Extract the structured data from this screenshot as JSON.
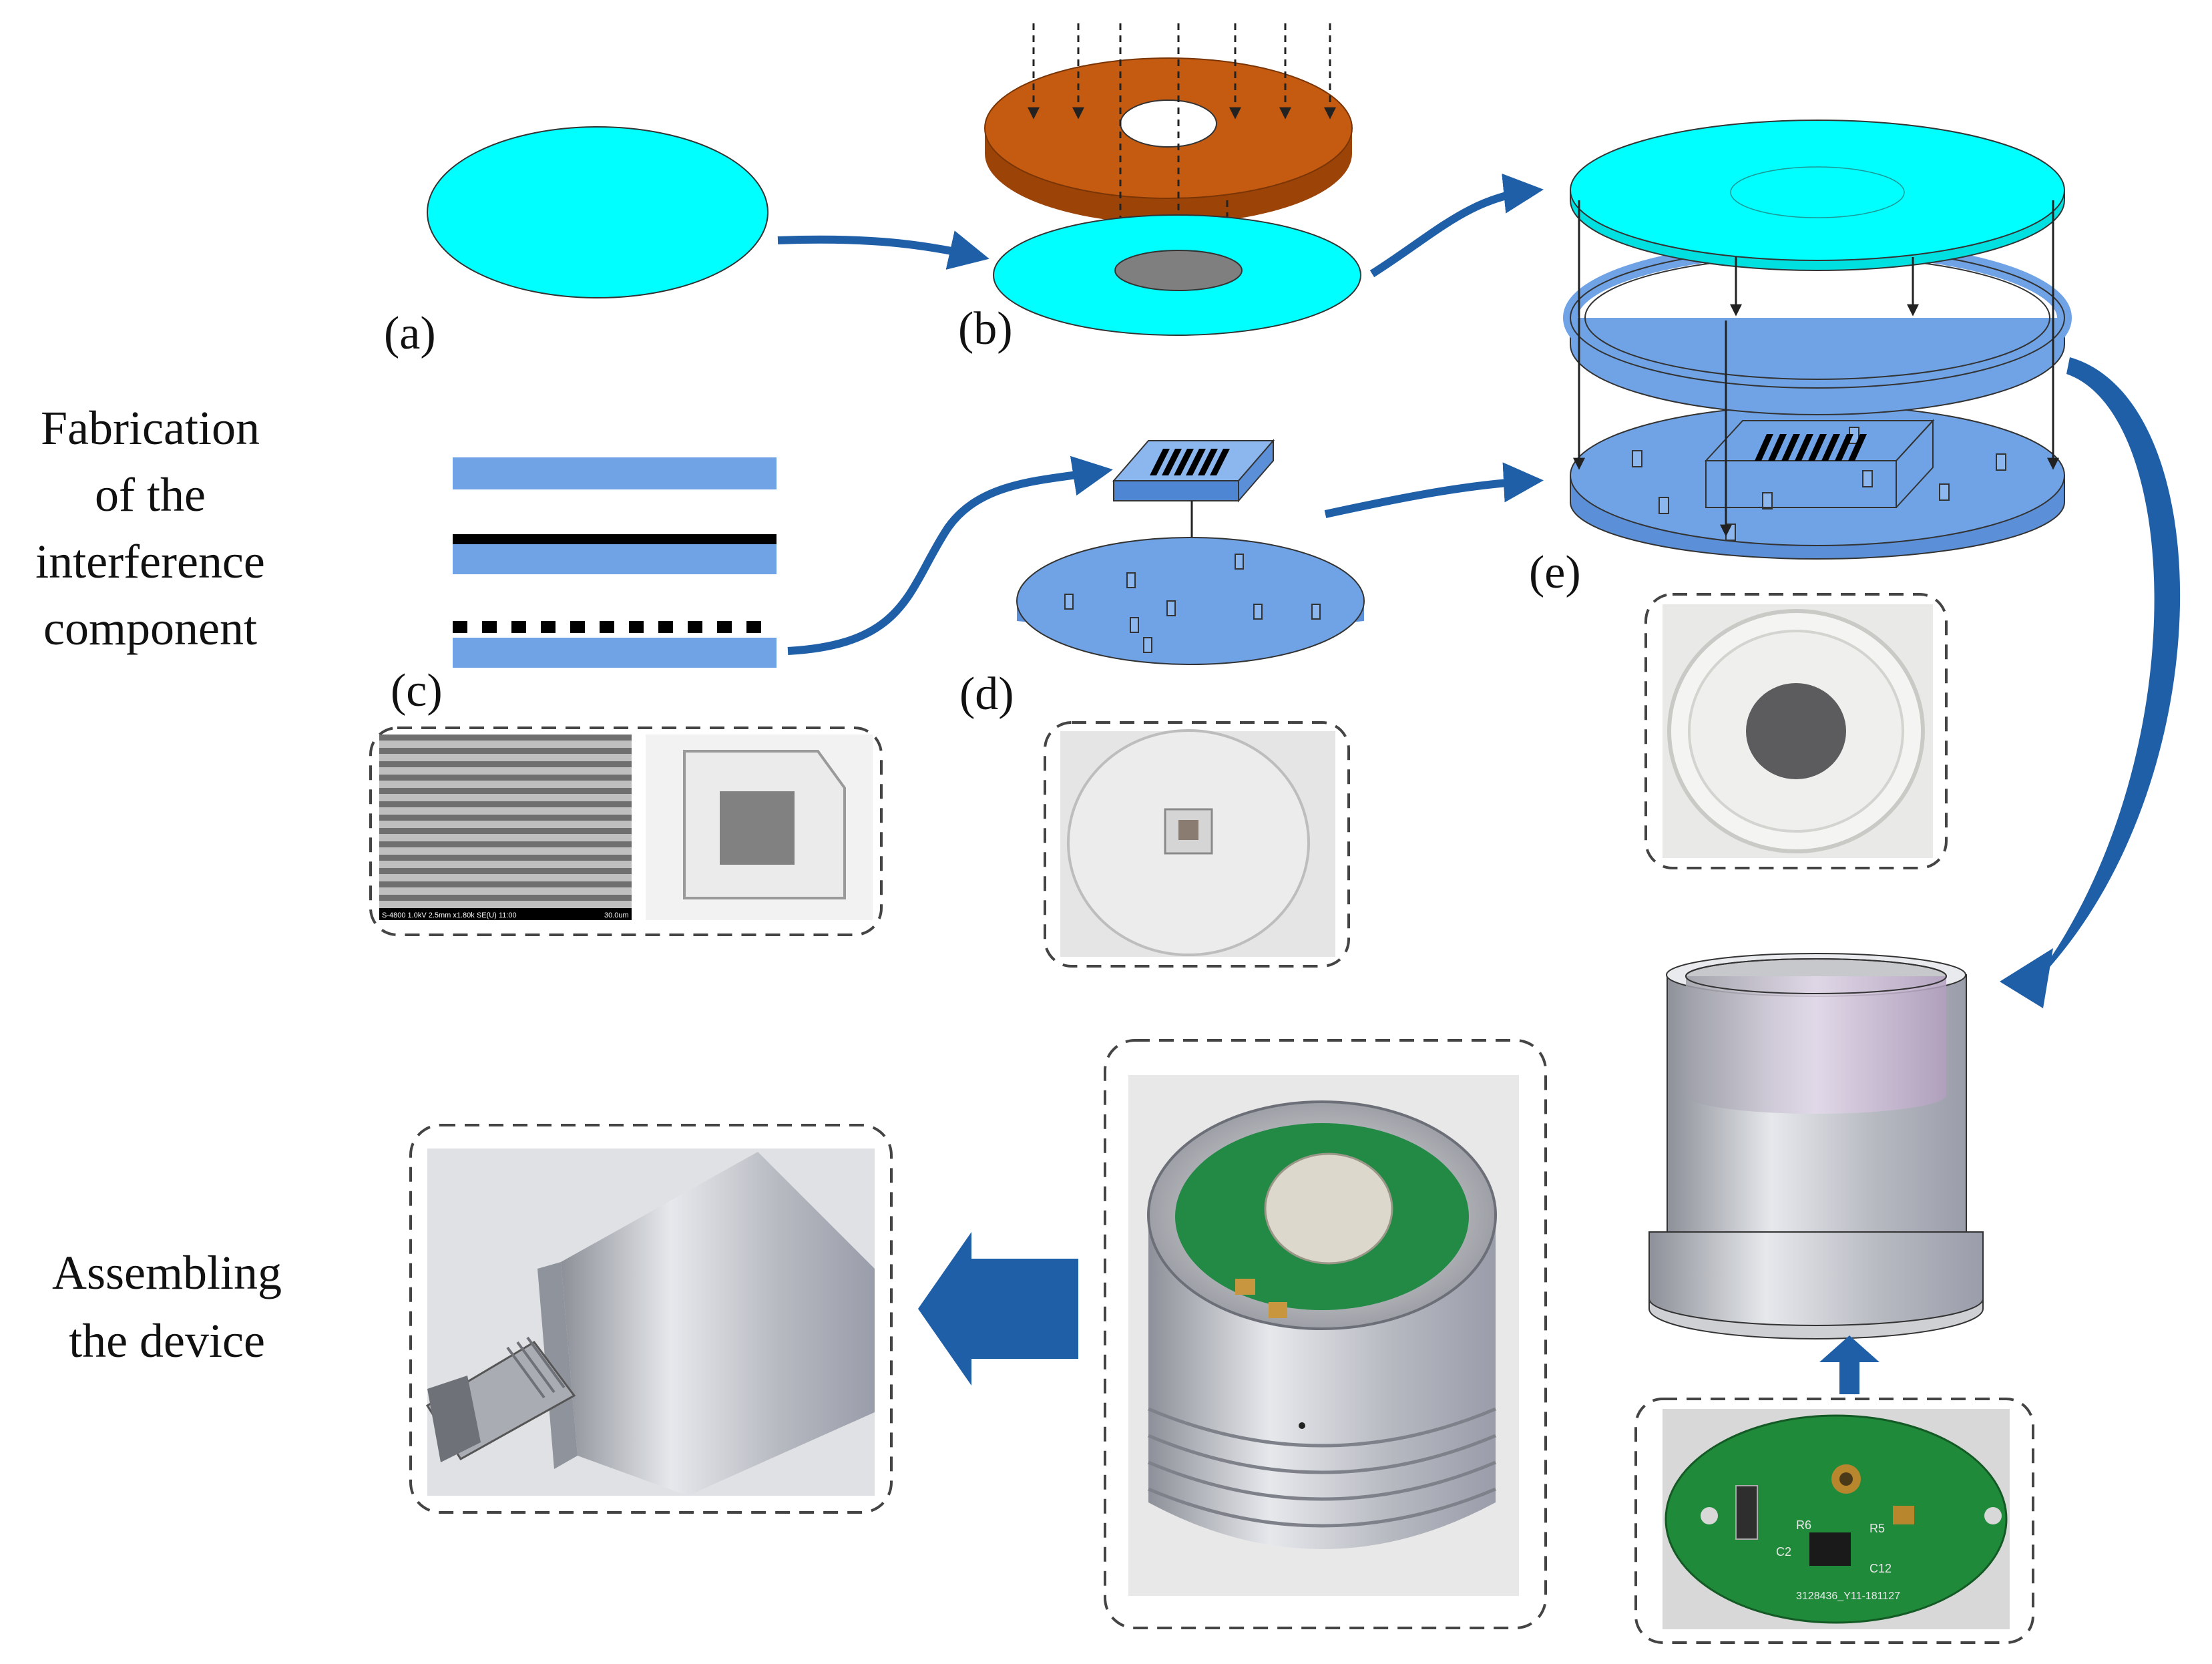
{
  "side_labels": {
    "fabrication": [
      "Fabrication",
      "of the",
      "interference",
      "component"
    ],
    "assembling": [
      "Assembling",
      "the device"
    ]
  },
  "panel_labels": {
    "a": "(a)",
    "b": "(b)",
    "c": "(c)",
    "d": "(d)",
    "e": "(e)"
  },
  "sem_caption": "S-4800 1.0kV 2.5mm x1.80k SE(U) 11:00",
  "sem_scale": "30.0um",
  "pcb_labels": {
    "r1": "R6",
    "r2": "R5",
    "c1": "C2",
    "c2": "C12",
    "code": "3128436_Y11-181127"
  },
  "colors": {
    "cyan_disk": "#00ffff",
    "copper_mask": "#c55a11",
    "blue_layer": "#6fa3e6",
    "arrow_blue": "#1f5fa8",
    "black": "#000000",
    "pcb_green": "#1f8a3a",
    "metal_grey": "#b9bcc2",
    "dashed_border": "#444444"
  }
}
